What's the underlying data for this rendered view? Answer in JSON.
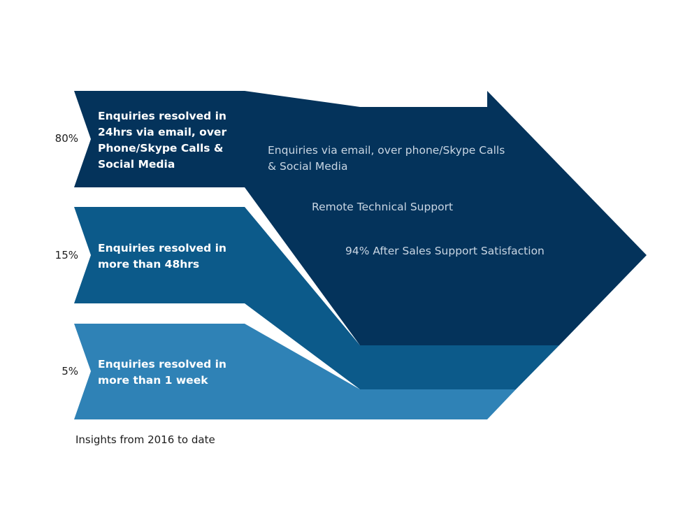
{
  "colors": {
    "band_top": "#04335b",
    "band_middle": "#0c5a8a",
    "band_bottom": "#2f82b6"
  },
  "bands": [
    {
      "percent": "80%",
      "label": "Enquiries resolved in\n24hrs via email, over\nPhone/Skype Calls &\nSocial Media",
      "share": 80
    },
    {
      "percent": "15%",
      "label": "Enquiries resolved in\nmore than 48hrs",
      "share": 15
    },
    {
      "percent": "5%",
      "label": "Enquiries resolved in\nmore than 1 week",
      "share": 5
    }
  ],
  "merged": {
    "lines": [
      "Enquiries via email, over phone/Skype Calls\n& Social Media",
      "Remote Technical Support",
      "94% After Sales Support Satisfaction"
    ]
  },
  "caption": "Insights from 2016 to date"
}
